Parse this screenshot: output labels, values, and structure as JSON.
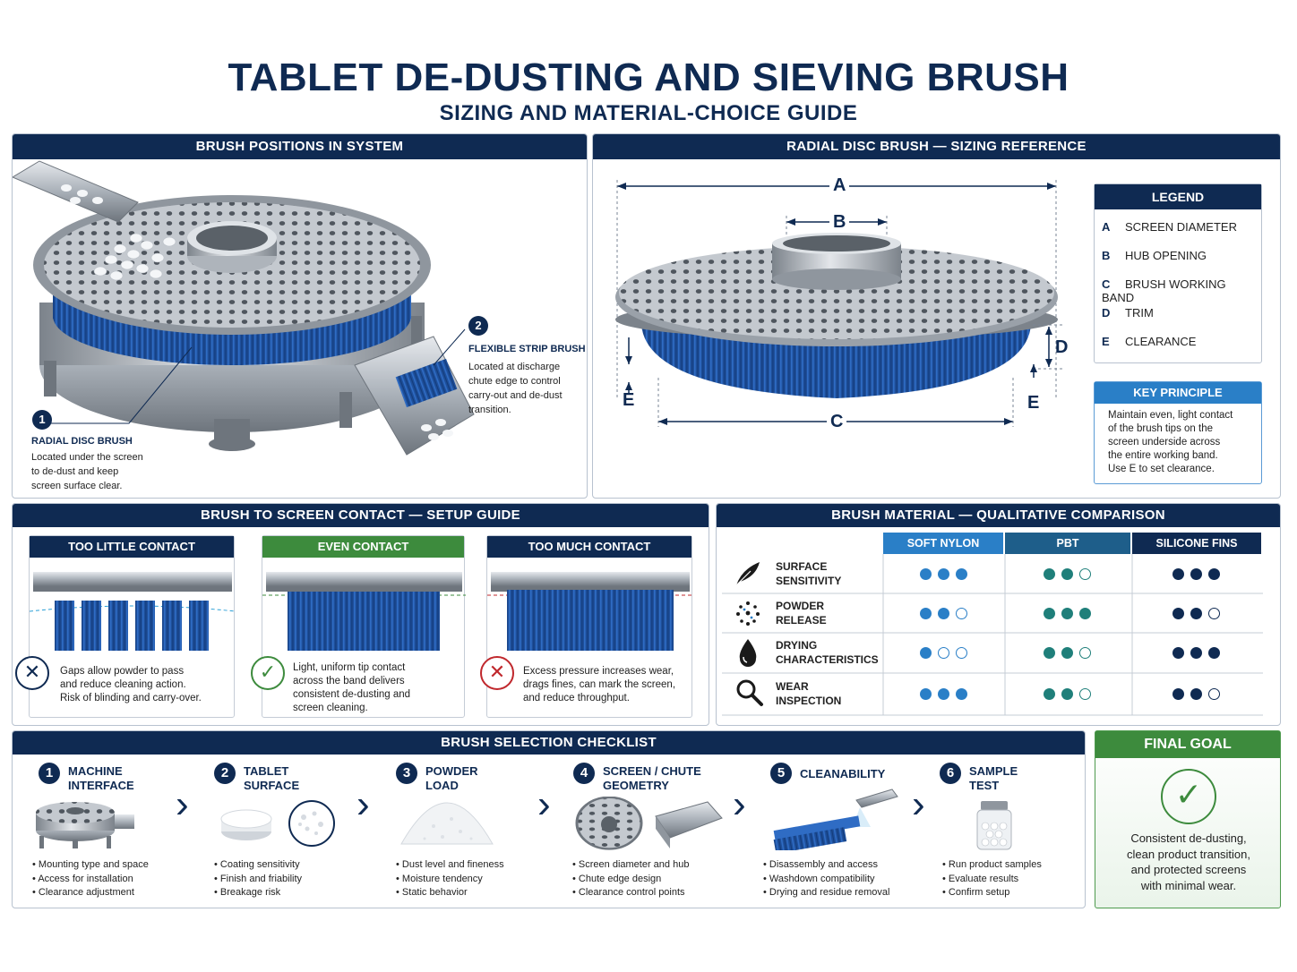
{
  "title": "TABLET DE-DUSTING AND SIEVING BRUSH",
  "subtitle": "SIZING AND MATERIAL-CHOICE GUIDE",
  "positions": {
    "header": "BRUSH POSITIONS IN SYSTEM",
    "callouts": [
      {
        "num": "1",
        "title": "RADIAL DISC BRUSH",
        "text": [
          "Located under the screen",
          "to de-dust and keep",
          "screen surface clear."
        ]
      },
      {
        "num": "2",
        "title": "FLEXIBLE STRIP BRUSH",
        "text": [
          "Located at discharge",
          "chute edge to control",
          "carry-out and de-dust",
          "transition."
        ]
      }
    ]
  },
  "sizing": {
    "header": "RADIAL DISC BRUSH — SIZING REFERENCE",
    "dims": {
      "a": "A",
      "b": "B",
      "c": "C",
      "d": "D",
      "e1": "E",
      "e2": "E"
    },
    "legend_title": "LEGEND",
    "legend": [
      {
        "k": "A",
        "v": "SCREEN DIAMETER"
      },
      {
        "k": "B",
        "v": "HUB OPENING"
      },
      {
        "k": "C",
        "v": "BRUSH WORKING BAND"
      },
      {
        "k": "D",
        "v": "TRIM"
      },
      {
        "k": "E",
        "v": "CLEARANCE"
      }
    ],
    "key_title": "KEY PRINCIPLE",
    "key_text": [
      "Maintain even, light contact",
      "of the brush tips on the",
      "screen underside across",
      "the entire working band.",
      "Use E to set clearance."
    ]
  },
  "contact": {
    "header": "BRUSH TO SCREEN CONTACT — SETUP GUIDE",
    "cards": [
      {
        "title": "TOO LITTLE CONTACT",
        "symbol": "✕",
        "color": "#0f2a52",
        "head_color": "#0f2a52",
        "text": [
          "Gaps allow powder to pass",
          "and reduce cleaning action.",
          "Risk of blinding and carry-over."
        ]
      },
      {
        "title": "EVEN CONTACT",
        "symbol": "✓",
        "color": "#3d8b3d",
        "head_color": "#3d8b3d",
        "text": [
          "Light, uniform tip contact",
          "across the band delivers",
          "consistent de-dusting and",
          "screen cleaning."
        ]
      },
      {
        "title": "TOO MUCH CONTACT",
        "symbol": "✕",
        "color": "#c0282d",
        "head_color": "#0f2a52",
        "text": [
          "Excess pressure increases wear,",
          "drags fines, can mark the screen,",
          "and reduce throughput."
        ]
      }
    ]
  },
  "material": {
    "header": "BRUSH MATERIAL — QUALITATIVE COMPARISON",
    "columns": [
      {
        "name": "SOFT NYLON",
        "color": "#2a7fc7"
      },
      {
        "name": "PBT",
        "color": "#1e5e8a"
      },
      {
        "name": "SILICONE FINS",
        "color": "#0f2a52"
      }
    ],
    "dot_colors": [
      "#2a7fc7",
      "#1f7f7a",
      "#0f2a52"
    ],
    "rows": [
      {
        "icon": "feather-icon",
        "label": [
          "SURFACE",
          "SENSITIVITY"
        ],
        "ratings": [
          3,
          2,
          3
        ]
      },
      {
        "icon": "particles-icon",
        "label": [
          "POWDER",
          "RELEASE"
        ],
        "ratings": [
          2,
          3,
          2
        ]
      },
      {
        "icon": "droplet-icon",
        "label": [
          "DRYING",
          "CHARACTERISTICS"
        ],
        "ratings": [
          1,
          2,
          3
        ]
      },
      {
        "icon": "magnifier-icon",
        "label": [
          "WEAR",
          "INSPECTION"
        ],
        "ratings": [
          3,
          2,
          2
        ]
      }
    ]
  },
  "checklist": {
    "header": "BRUSH SELECTION CHECKLIST",
    "steps": [
      {
        "num": "1",
        "title": [
          "MACHINE",
          "INTERFACE"
        ],
        "items": [
          "Mounting type and space",
          "Access for installation",
          "Clearance adjustment"
        ]
      },
      {
        "num": "2",
        "title": [
          "TABLET",
          "SURFACE"
        ],
        "items": [
          "Coating sensitivity",
          "Finish and friability",
          "Breakage risk"
        ]
      },
      {
        "num": "3",
        "title": [
          "POWDER",
          "LOAD"
        ],
        "items": [
          "Dust level and fineness",
          "Moisture tendency",
          "Static behavior"
        ]
      },
      {
        "num": "4",
        "title": [
          "SCREEN / CHUTE",
          "GEOMETRY"
        ],
        "items": [
          "Screen diameter and hub",
          "Chute edge design",
          "Clearance control points"
        ]
      },
      {
        "num": "5",
        "title": [
          "CLEANABILITY",
          ""
        ],
        "items": [
          "Disassembly and access",
          "Washdown compatibility",
          "Drying and residue removal"
        ]
      },
      {
        "num": "6",
        "title": [
          "SAMPLE",
          "TEST"
        ],
        "items": [
          "Run product samples",
          "Evaluate results",
          "Confirm setup"
        ]
      }
    ],
    "chevron": "›"
  },
  "goal": {
    "title": "FINAL GOAL",
    "symbol": "✓",
    "text": [
      "Consistent de-dusting,",
      "clean product transition,",
      "and protected screens",
      "with minimal wear."
    ]
  }
}
